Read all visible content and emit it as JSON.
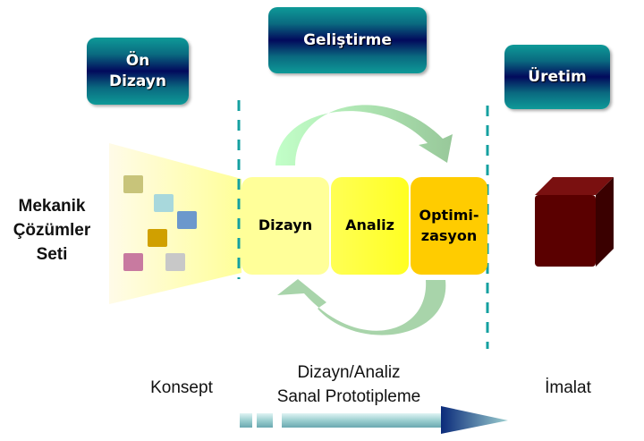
{
  "phases": {
    "pre_design": "Ön Dizayn",
    "development": "Geliştirme",
    "production": "Üretim"
  },
  "left_label": [
    "Mekanik",
    "Çözümler",
    "Seti"
  ],
  "process": {
    "design": "Dizayn",
    "analysis": "Analiz",
    "optimization": "Optimi-\nzasyon"
  },
  "bottom": {
    "concept": "Konsept",
    "virtual_line1": "Dizayn/Analiz",
    "virtual_line2": "Sanal Prototipleme",
    "manufacturing": "İmalat"
  },
  "colors": {
    "teal": "#0e9a98",
    "navy": "#020a5c",
    "design": "#ffff99",
    "analysis": "#ffff33",
    "optimization": "#ffcc00",
    "product": "#5a0000"
  }
}
